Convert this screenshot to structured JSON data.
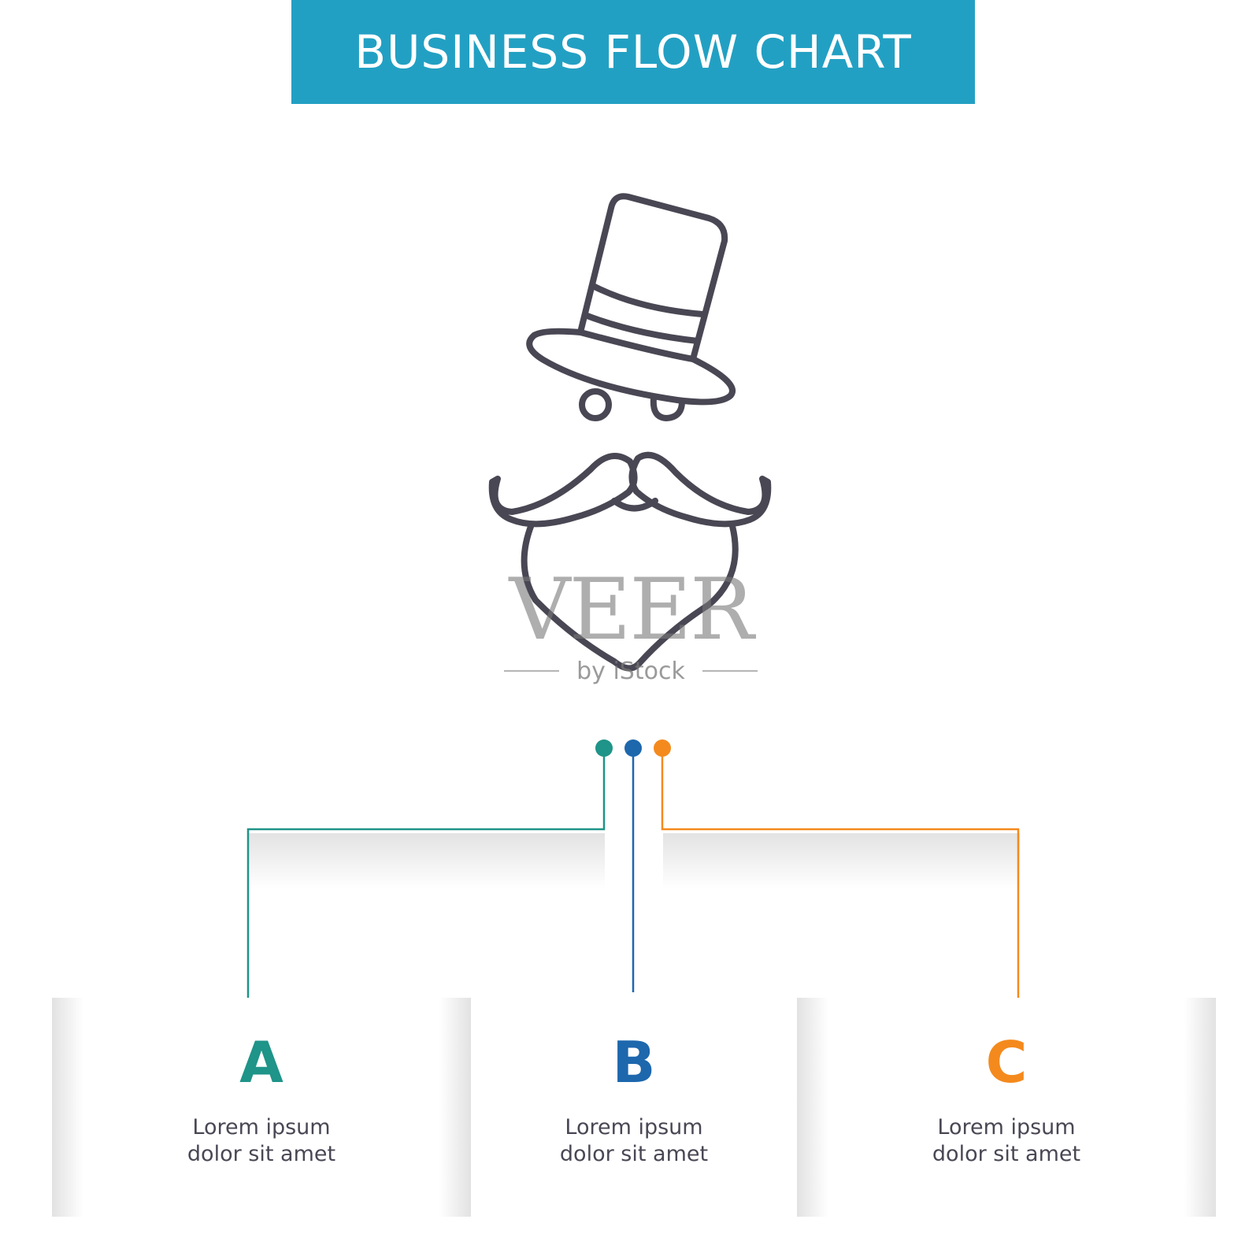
{
  "header": {
    "title": "BUSINESS FLOW CHART"
  },
  "colors": {
    "header_bg": "#22a0c3",
    "icon_stroke": "#4a4754",
    "branch_a": "#1f9488",
    "branch_b": "#1d67ad",
    "branch_c": "#f48a1d"
  },
  "icon": {
    "name": "top-hat-mustache-beard-icon"
  },
  "watermark": {
    "brand": "VEER",
    "sub": "by iStock"
  },
  "branches": [
    {
      "letter": "A",
      "line1": "Lorem ipsum",
      "line2": "dolor sit amet",
      "color": "#1f9488"
    },
    {
      "letter": "B",
      "line1": "Lorem ipsum",
      "line2": "dolor sit amet",
      "color": "#1d67ad"
    },
    {
      "letter": "C",
      "line1": "Lorem ipsum",
      "line2": "dolor sit amet",
      "color": "#f48a1d"
    }
  ]
}
